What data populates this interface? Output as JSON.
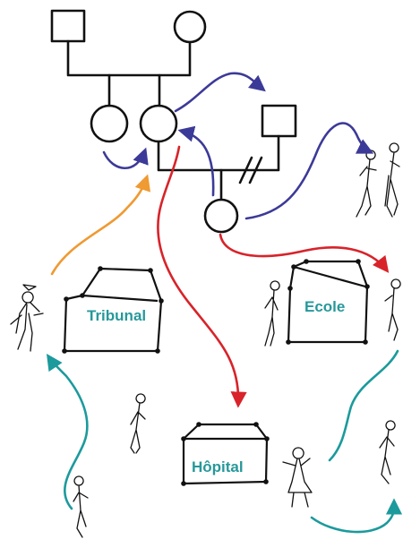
{
  "colors": {
    "ink": "#111111",
    "navy": "#3c3a98",
    "red": "#d8232a",
    "orange": "#ef9a32",
    "teal": "#1c9a9c",
    "label": "#27989a"
  },
  "buildings": [
    {
      "id": "tribunal",
      "label": "Tribunal"
    },
    {
      "id": "ecole",
      "label": "Ecole"
    },
    {
      "id": "hopital",
      "label": "Hôpital"
    }
  ]
}
